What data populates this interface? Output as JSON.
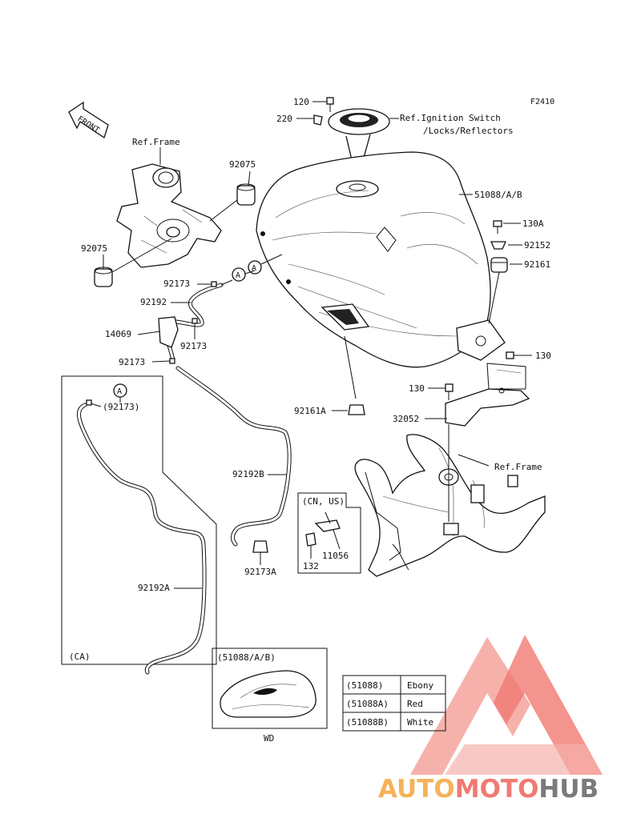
{
  "diagram": {
    "code": "F2410",
    "front_label": "FRONT",
    "ref_frame_top": "Ref.Frame",
    "ref_ignition_line1": "Ref.Ignition Switch",
    "ref_ignition_line2": "/Locks/Reflectors",
    "ref_frame_bottom": "Ref.Frame",
    "marker_a": "A",
    "parts": {
      "p120": "120",
      "p220": "220",
      "p92075_top": "92075",
      "p92075_left": "92075",
      "p51088": "51088/A/B",
      "p130A": "130A",
      "p92152": "92152",
      "p92161": "92161",
      "p92173_a": "92173",
      "p92192": "92192",
      "p14069": "14069",
      "p92173_b": "92173",
      "p92173_c": "92173",
      "p130_right": "130",
      "p130_mid": "130",
      "p92161A": "92161A",
      "p32052": "32052",
      "p92173_paren": "(92173)",
      "p92192B": "92192B",
      "p92173A": "92173A",
      "p92192A": "92192A",
      "p11056": "11056",
      "p132": "132"
    },
    "ca_label": "(CA)",
    "cn_us_label": "(CN, US)",
    "inset_label": "(51088/A/B)",
    "inset_wd": "WD"
  },
  "color_table": {
    "rows": [
      {
        "code": "(51088)",
        "color": "Ebony"
      },
      {
        "code": "(51088A)",
        "color": "Red"
      },
      {
        "code": "(51088B)",
        "color": "White"
      }
    ]
  },
  "watermark": {
    "part1": "AUTO",
    "part2": "MOTO",
    "part3": "HUB",
    "color_orange": "#f5b25a",
    "color_red": "#f07a72",
    "color_grey": "#7a7a7a"
  }
}
